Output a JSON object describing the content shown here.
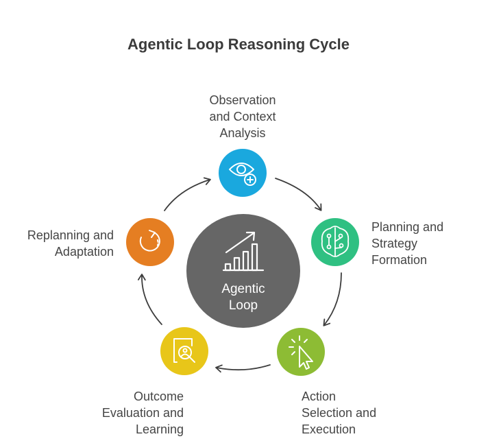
{
  "title": "Agentic Loop Reasoning Cycle",
  "center": {
    "line1": "Agentic",
    "line2": "Loop",
    "color": "#666666"
  },
  "nodes": [
    {
      "id": "observation",
      "lines": [
        "Observation",
        "and Context",
        "Analysis"
      ],
      "color": "#1aa8de",
      "icon": "eye-plus-icon"
    },
    {
      "id": "planning",
      "lines": [
        "Planning and",
        "Strategy",
        "Formation"
      ],
      "color": "#2fc082",
      "icon": "brain-circuit-icon"
    },
    {
      "id": "action",
      "lines": [
        "Action",
        "Selection and",
        "Execution"
      ],
      "color": "#8dbc34",
      "icon": "cursor-click-icon"
    },
    {
      "id": "outcome",
      "lines": [
        "Outcome",
        "Evaluation and",
        "Learning"
      ],
      "color": "#e8c619",
      "icon": "search-document-icon"
    },
    {
      "id": "replanning",
      "lines": [
        "Replanning and",
        "Adaptation"
      ],
      "color": "#e57e22",
      "icon": "refresh-icon"
    }
  ]
}
